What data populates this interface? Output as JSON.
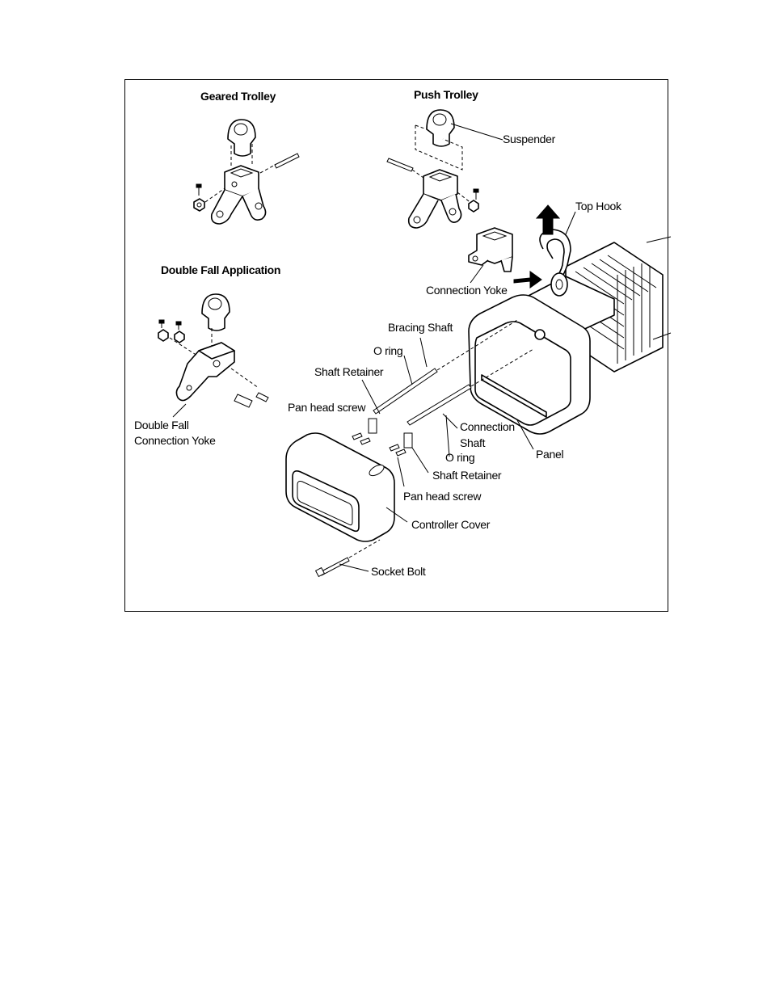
{
  "diagram": {
    "titles": {
      "geared_trolley": "Geared Trolley",
      "push_trolley": "Push Trolley",
      "double_fall_application": "Double Fall Application"
    },
    "labels": {
      "suspender": "Suspender",
      "top_hook": "Top Hook",
      "connection_yoke": "Connection Yoke",
      "bracing_shaft": "Bracing Shaft",
      "o_ring_upper": "O ring",
      "shaft_retainer_upper": "Shaft Retainer",
      "pan_head_screw_upper": "Pan head screw",
      "double_fall_line1": "Double Fall",
      "double_fall_line2": "Connection Yoke",
      "connection_shaft_line1": "Connection",
      "connection_shaft_line2": "Shaft",
      "o_ring_lower": "O ring",
      "panel": "Panel",
      "shaft_retainer_lower": "Shaft Retainer",
      "pan_head_screw_lower": "Pan head screw",
      "controller_cover": "Controller Cover",
      "socket_bolt": "Socket Bolt"
    }
  }
}
